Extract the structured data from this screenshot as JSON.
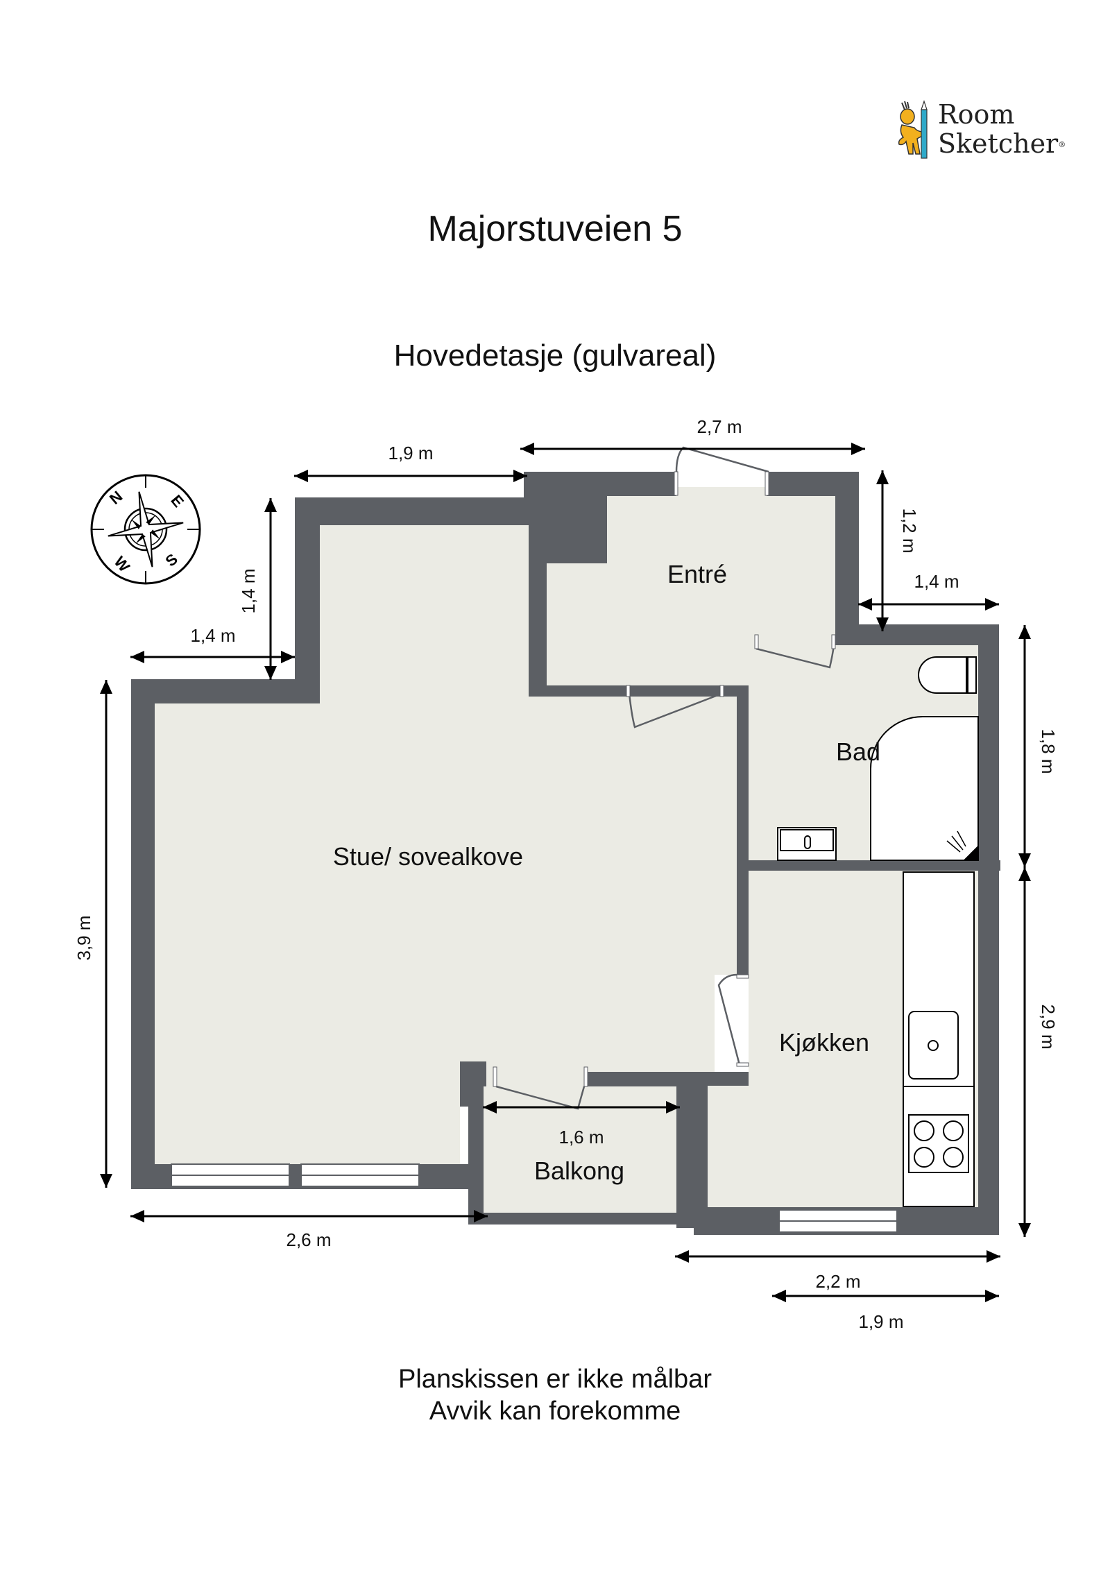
{
  "logo": {
    "brand_line1": "Room",
    "brand_line2": "Sketcher",
    "registered_mark": "®",
    "icon": "pencil-mascot-icon"
  },
  "header": {
    "title": "Majorstuveien 5",
    "floor_label": "Hovedetasje (gulvareal)"
  },
  "compass": {
    "icon": "compass-rose-icon",
    "labels": {
      "north": "N",
      "east": "E",
      "south": "S",
      "west": "W"
    }
  },
  "rooms": [
    {
      "id": "stue",
      "label": "Stue/ sovealkove"
    },
    {
      "id": "entre",
      "label": "Entré"
    },
    {
      "id": "bad",
      "label": "Bad"
    },
    {
      "id": "kjokken",
      "label": "Kjøkken"
    },
    {
      "id": "balkong",
      "label": "Balkong"
    }
  ],
  "dimensions": {
    "top_left_width": "1,9 m",
    "top_entry_width": "2,7 m",
    "left_step_width": "1,4 m",
    "left_step_height": "1,4 m",
    "right_step_height": "1,2 m",
    "right_step_width": "1,4 m",
    "left_total_height": "3,9 m",
    "bad_height": "1,8 m",
    "kitchen_height": "2,9 m",
    "balcony_width": "1,6 m",
    "bottom_left_width": "2,6 m",
    "bottom_kitchen_width": "2,2 m",
    "bottom_kitchen_inner_width": "1,9 m"
  },
  "fixtures": {
    "bad": [
      "toilet",
      "shower",
      "sink"
    ],
    "kjokken": [
      "counter",
      "kitchen-sink",
      "stove"
    ]
  },
  "colors": {
    "wall": "#5c5f64",
    "floor": "#ebebe4",
    "background": "#ffffff",
    "text": "#111111",
    "logo_mascot": "#f2b01e",
    "logo_pencil": "#2fa9c9"
  },
  "footer": {
    "line1": "Planskissen er ikke målbar",
    "line2": "Avvik kan forekomme"
  }
}
